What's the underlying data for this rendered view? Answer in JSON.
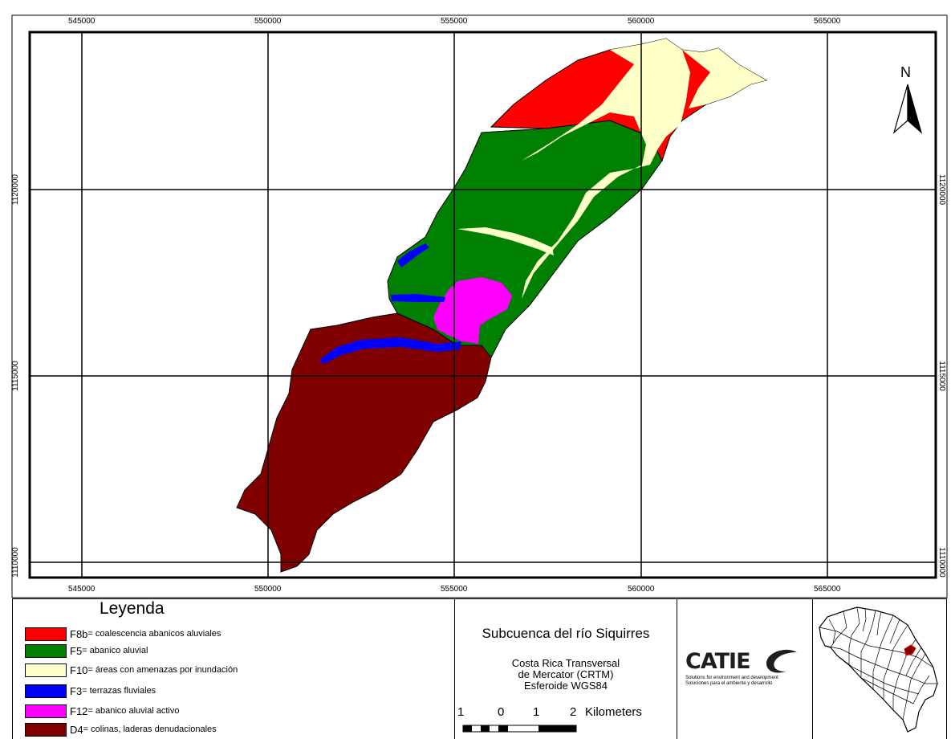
{
  "map": {
    "x_ticks": [
      "545000",
      "550000",
      "555000",
      "560000",
      "565000"
    ],
    "y_ticks": [
      "1120000",
      "1115000",
      "1110000"
    ],
    "north_label": "N",
    "colors": {
      "F8b": "#ff0000",
      "F5": "#008000",
      "F10": "#ffffc8",
      "F3": "#0000ff",
      "F12": "#ff00ff",
      "D4": "#800000"
    }
  },
  "legend": {
    "title": "Leyenda",
    "items": [
      {
        "code": "F8b",
        "desc": "= coalescencia abanicos aluviales",
        "color": "#ff0000"
      },
      {
        "code": "F5",
        "desc": "= abanico aluvial",
        "color": "#008000"
      },
      {
        "code": "F10",
        "desc": "= áreas con amenazas por inundación",
        "color": "#ffffc8"
      },
      {
        "code": "F3",
        "desc": "= terrazas fluviales",
        "color": "#0000ff"
      },
      {
        "code": "F12",
        "desc": "= abanico aluvial activo",
        "color": "#ff00ff"
      },
      {
        "code": "D4",
        "desc": "= colinas, laderas denudacionales",
        "color": "#800000"
      }
    ]
  },
  "info": {
    "title": "Subcuenca del río Siquirres",
    "projection_1": "Costa Rica Transversal",
    "projection_2": "de Mercator (CRTM)",
    "projection_3": "Esferoide WGS84",
    "scale_labels": [
      "1",
      "0",
      "1",
      "2"
    ],
    "scale_unit": "Kilometers"
  },
  "logo": {
    "name": "CATIE",
    "tagline_1": "Solutions for environment and development",
    "tagline_2": "Soluciones para el ambiente y desarrollo"
  }
}
